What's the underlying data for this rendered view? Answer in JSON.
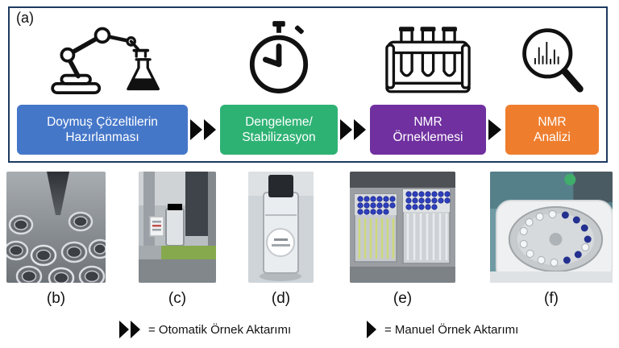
{
  "colors": {
    "panel_border": "#1e3a5f",
    "step_blue": "#4577c9",
    "step_green": "#2eb274",
    "step_purple": "#7030a0",
    "step_orange": "#ee7e2e",
    "arrow": "#0a0a0a"
  },
  "panel_a": {
    "label": "(a)",
    "steps": [
      {
        "name": "saturated-solution-preparation",
        "label": "Doymuş Çözeltilerin\nHazırlanması",
        "icon": "robot-arm-flask-icon",
        "color": "#4577c9"
      },
      {
        "name": "equilibration-stabilization",
        "label": "Dengeleme/\nStabilizasyon",
        "icon": "stopwatch-icon",
        "color": "#2eb274"
      },
      {
        "name": "nmr-sampling",
        "label": "NMR\nÖrneklemesi",
        "icon": "test-tube-rack-icon",
        "color": "#7030a0"
      },
      {
        "name": "nmr-analysis",
        "label": "NMR\nAnalizi",
        "icon": "magnifier-spectrum-icon",
        "color": "#ee7e2e"
      }
    ],
    "connectors": [
      "double-arrow",
      "double-arrow",
      "single-arrow"
    ]
  },
  "photos": [
    {
      "label": "(b)",
      "name": "vial-filling-photo"
    },
    {
      "label": "(c)",
      "name": "liquid-handler-photo"
    },
    {
      "label": "(d)",
      "name": "cuvette-photo"
    },
    {
      "label": "(e)",
      "name": "nmr-tube-racks-photo"
    },
    {
      "label": "(f)",
      "name": "nmr-autosampler-photo"
    }
  ],
  "legend": {
    "automatic": {
      "icon": "double-arrow-icon",
      "text": "= Otomatik Örnek Aktarımı"
    },
    "manual": {
      "icon": "single-arrow-icon",
      "text": "= Manuel Örnek Aktarımı"
    }
  }
}
